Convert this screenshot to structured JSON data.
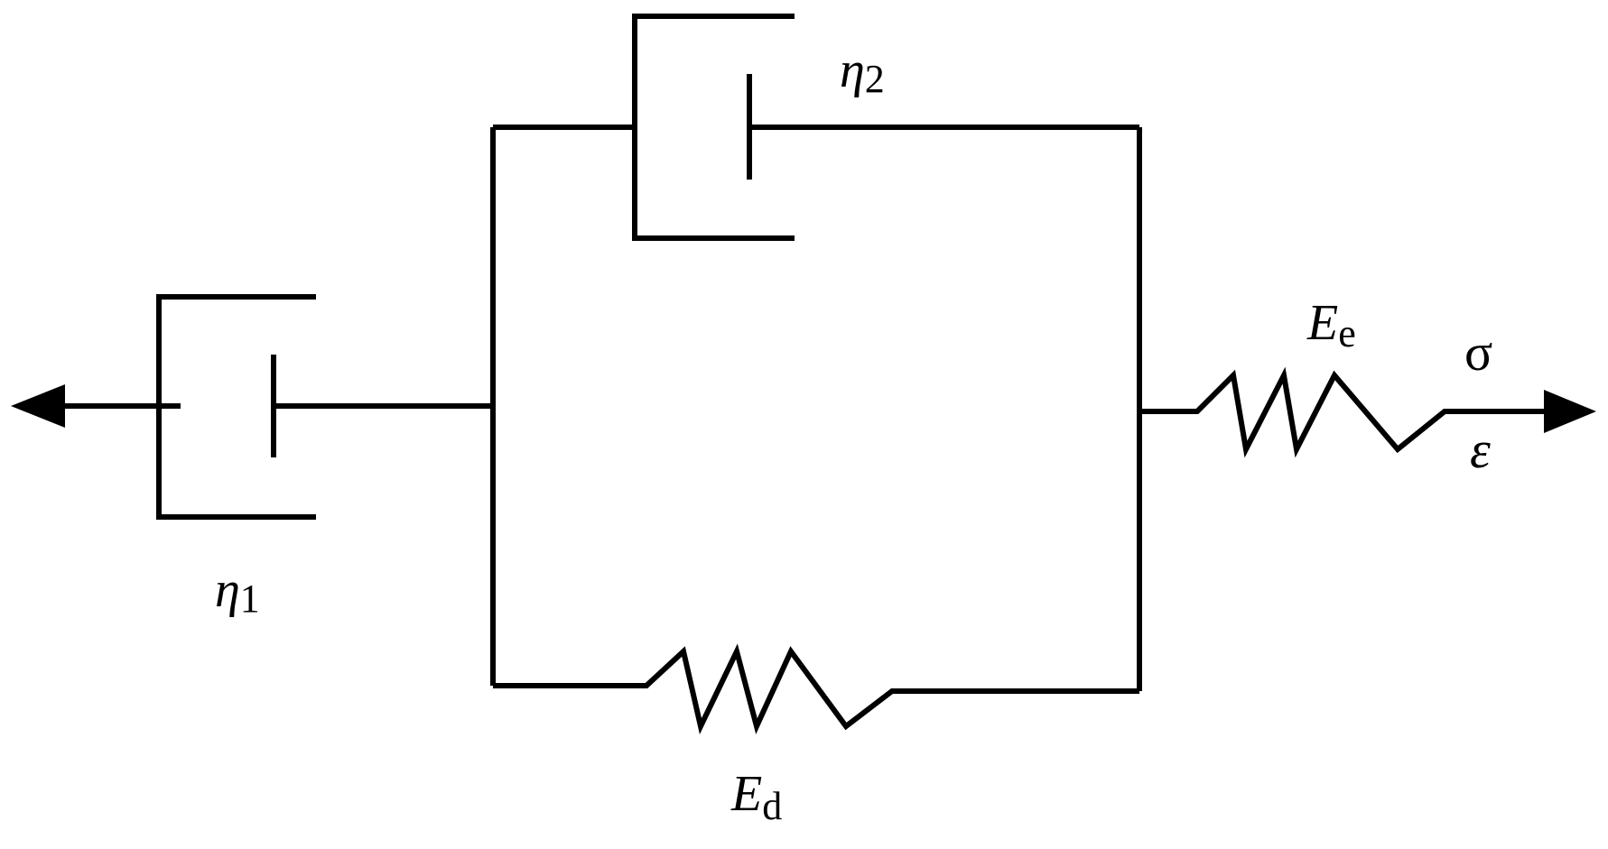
{
  "diagram": {
    "labels": {
      "eta1": {
        "symbol": "η",
        "subscript": "1"
      },
      "eta2": {
        "symbol": "η",
        "subscript": "2"
      },
      "Ee": {
        "symbol": "E",
        "subscript": "e"
      },
      "Ed": {
        "symbol": "E",
        "subscript": "d"
      },
      "stress": "σ",
      "strain": "ε"
    }
  }
}
